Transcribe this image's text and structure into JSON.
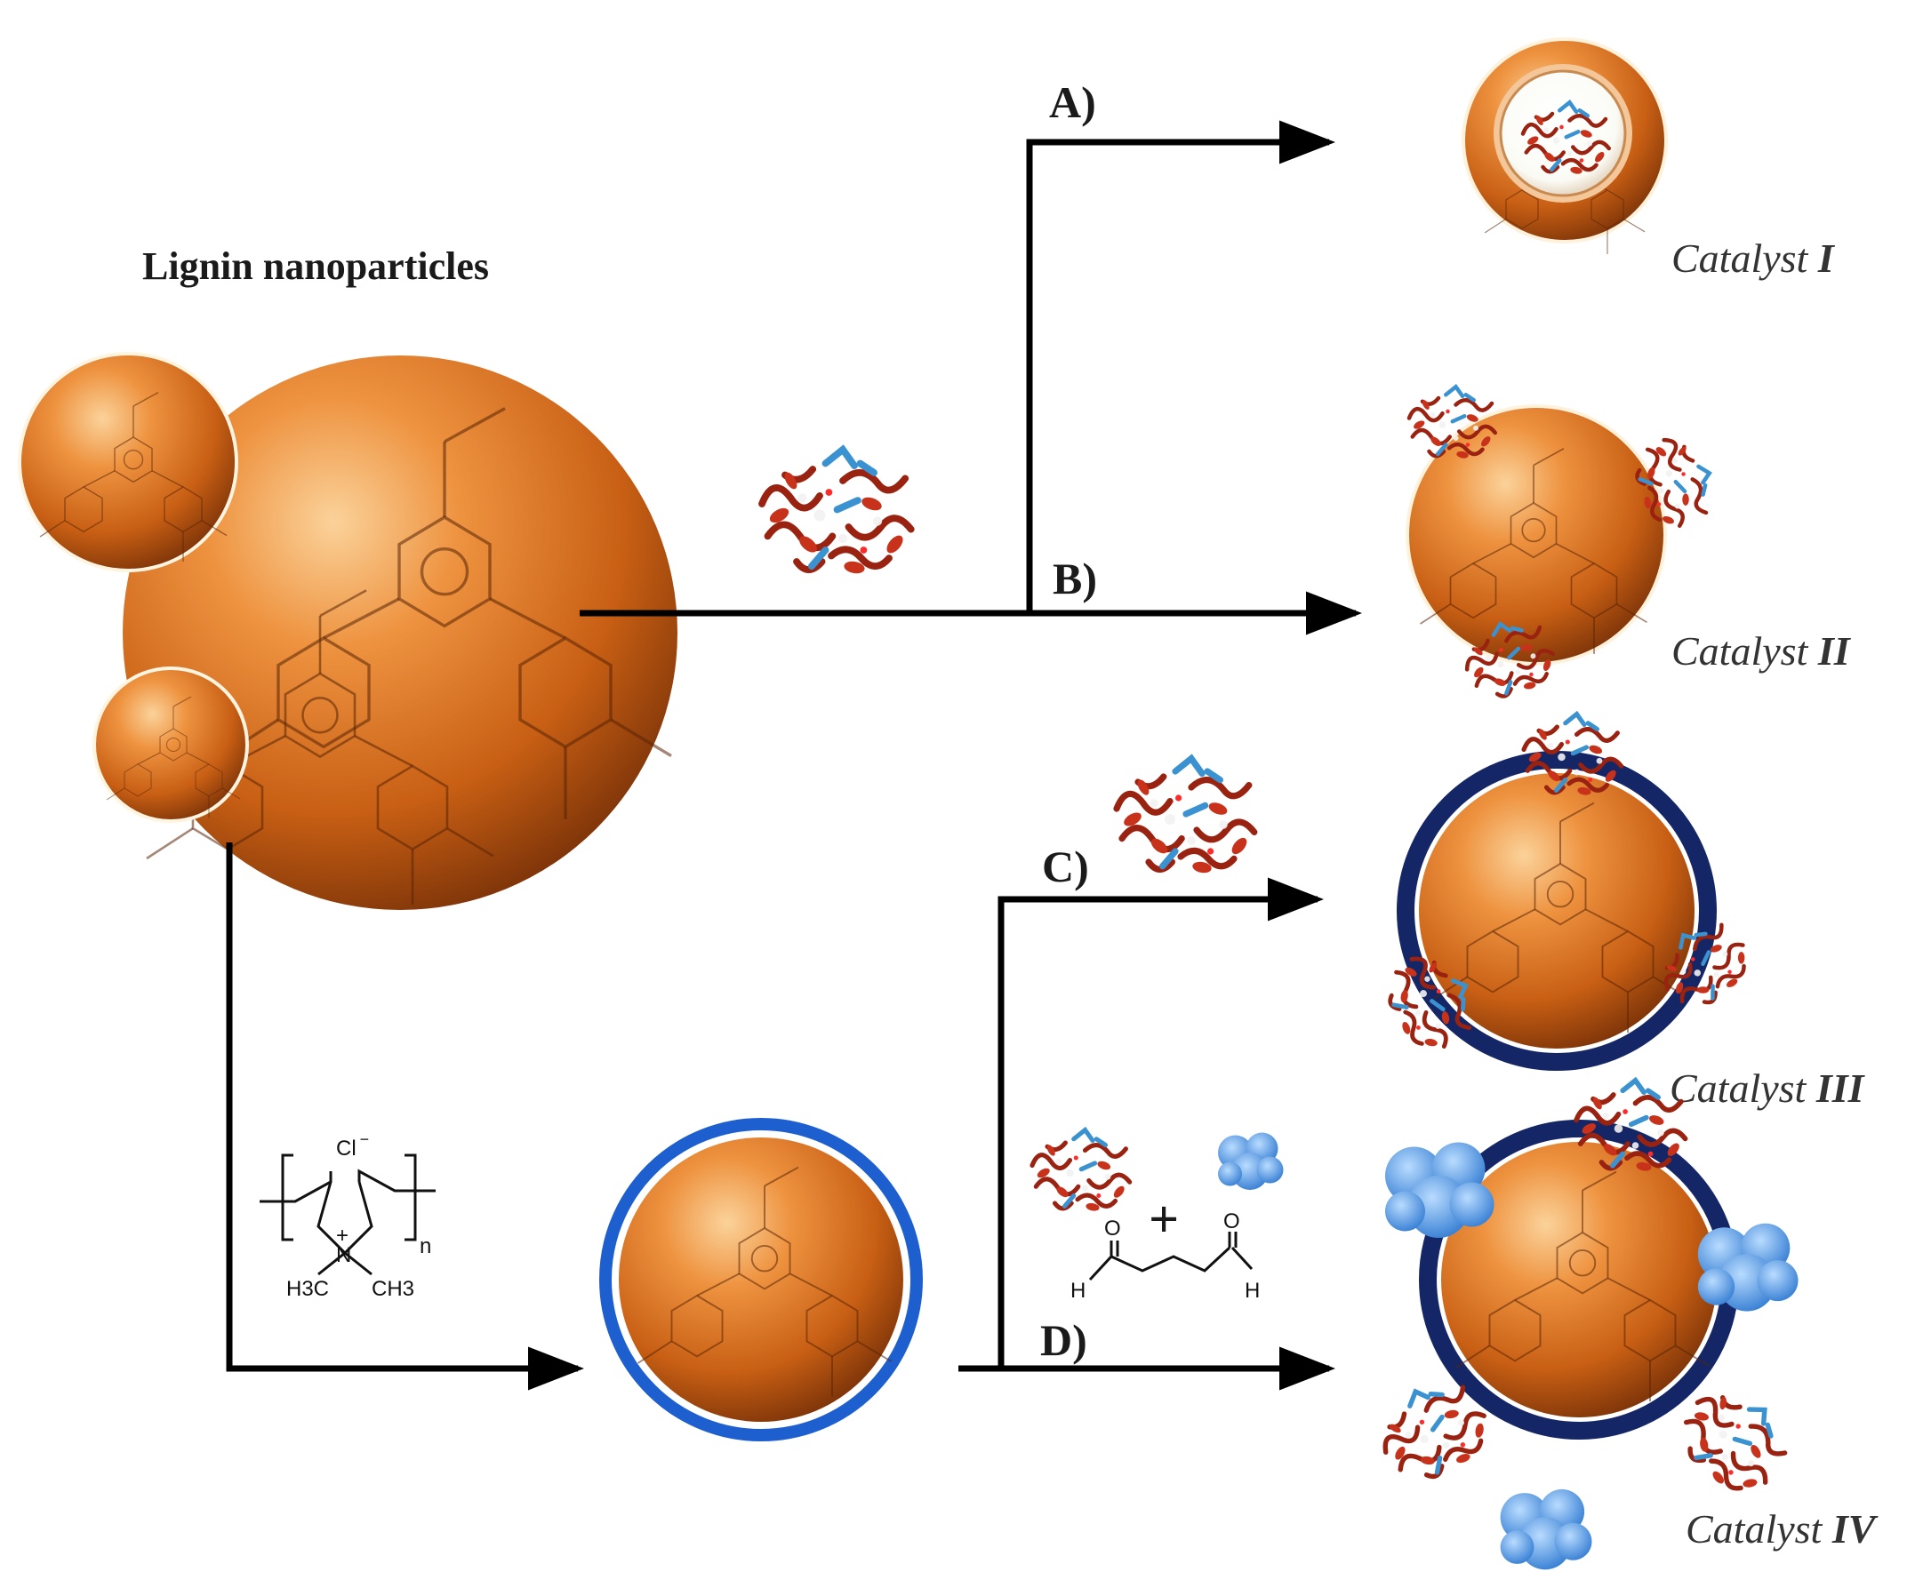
{
  "title": "Lignin nanoparticles",
  "steps": {
    "a": "A)",
    "b": "B)",
    "c": "C)",
    "d": "D)"
  },
  "catalysts": {
    "c1": {
      "prefix": "Catalyst ",
      "numeral": "I"
    },
    "c2": {
      "prefix": "Catalyst ",
      "numeral": "II"
    },
    "c3": {
      "prefix": "Catalyst ",
      "numeral": "III"
    },
    "c4": {
      "prefix": "Catalyst ",
      "numeral": "IV"
    }
  },
  "polymer": {
    "counterion": "Cl",
    "charge": "−",
    "n": "n",
    "plus": "+",
    "n_atom": "N",
    "methyl_left": "H3C",
    "methyl_right": "CH3"
  },
  "crosslinker": {
    "plus": "+",
    "o": "O",
    "h": "H"
  },
  "colors": {
    "lignin": "#d8701e",
    "lignin_dark": "#7a3208",
    "polymer_ring": "#1e3f9a",
    "polymer_ring_dark": "#12205a",
    "enzyme_red": "#b22a12",
    "enzyme_blue": "#3a92d0",
    "bsa_blue": "#5b9fe0",
    "arrow": "#000000"
  }
}
